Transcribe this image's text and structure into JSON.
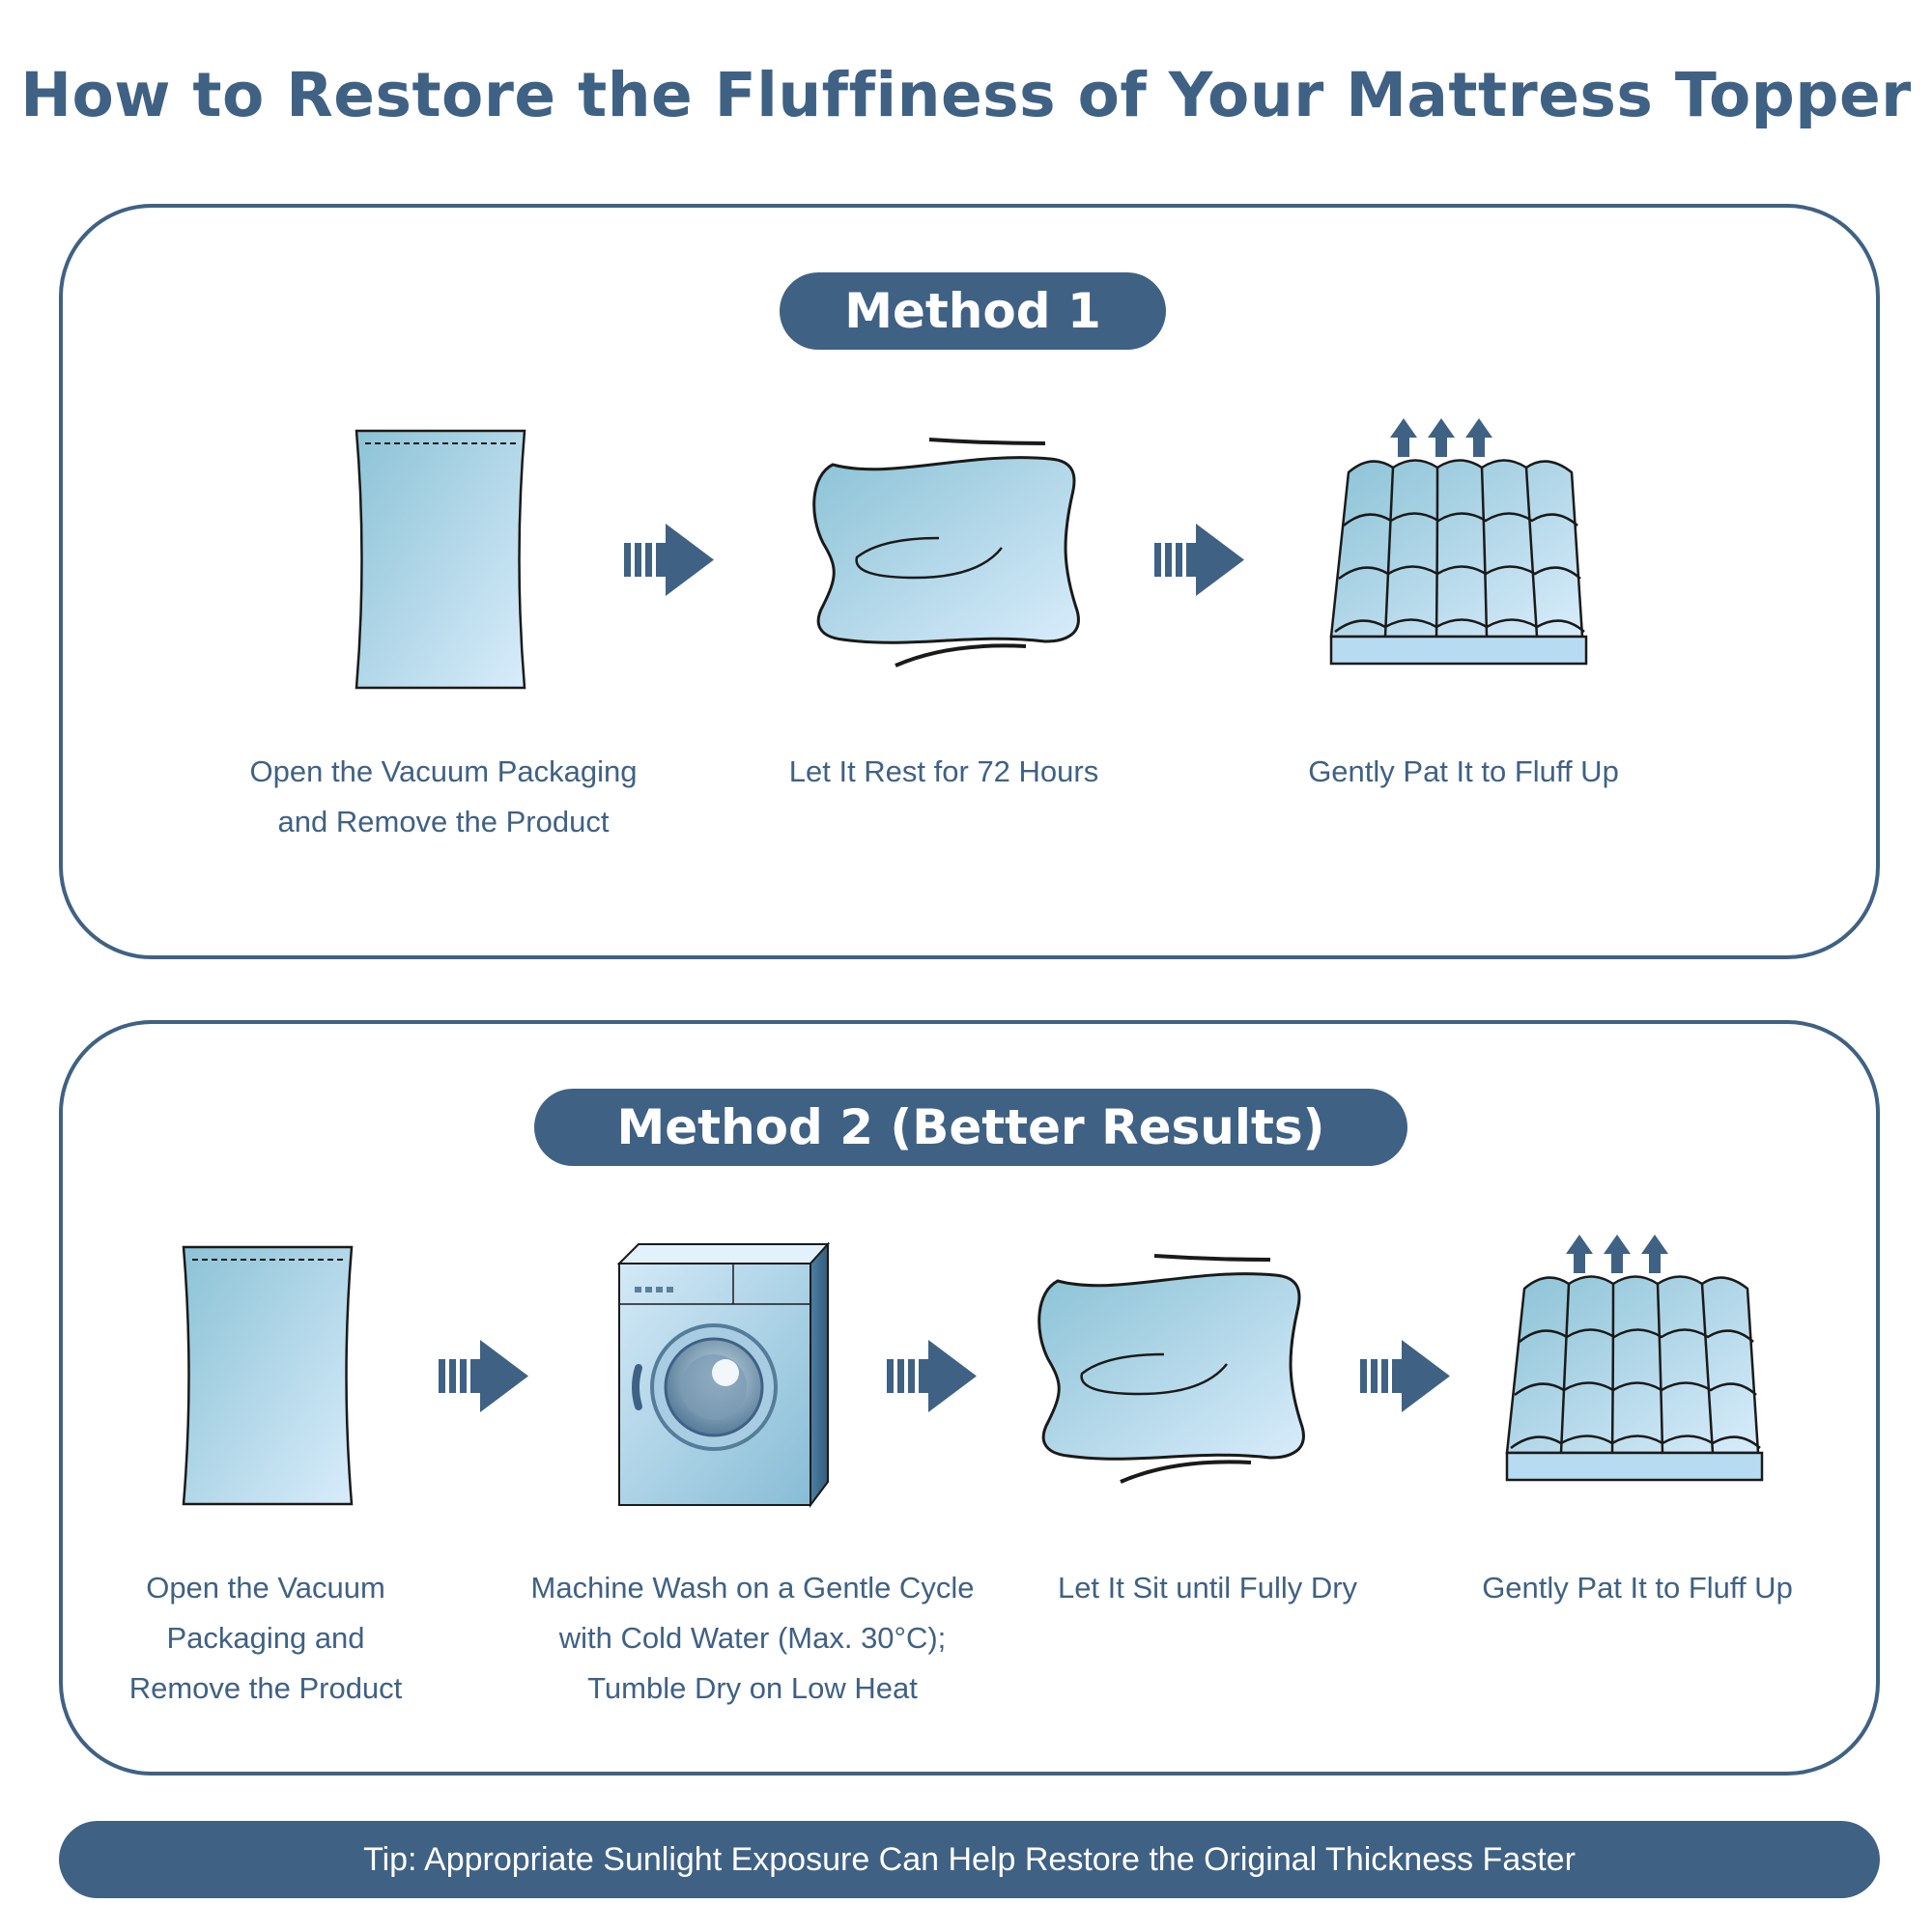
{
  "title": "How to Restore the Fluffiness of Your Mattress Topper",
  "method1": {
    "heading": "Method 1",
    "steps": [
      {
        "line1": "Open the Vacuum Packaging",
        "line2": "and Remove the Product",
        "icon": "vacuum-bag-icon"
      },
      {
        "line1": "Let It Rest for 72 Hours",
        "icon": "topper-resting-icon"
      },
      {
        "line1": "Gently Pat It to Fluff Up",
        "icon": "fluffed-topper-icon"
      }
    ]
  },
  "method2": {
    "heading": "Method 2 (Better Results)",
    "steps": [
      {
        "line1": "Open the Vacuum",
        "line2": "Packaging and",
        "line3": "Remove the Product",
        "icon": "vacuum-bag-icon"
      },
      {
        "line1": "Machine Wash on a Gentle Cycle",
        "line2": "with Cold Water (Max. 30°C);",
        "line3": "Tumble Dry on Low Heat",
        "icon": "washing-machine-icon"
      },
      {
        "line1": "Let It Sit until Fully Dry",
        "icon": "topper-resting-icon"
      },
      {
        "line1": "Gently Pat It to Fluff Up",
        "icon": "fluffed-topper-icon"
      }
    ]
  },
  "tip": "Tip: Appropriate Sunlight Exposure Can Help Restore the Original Thickness Faster",
  "colors": {
    "primary": "#3f6184",
    "fabric_light": "#d4ebfa",
    "fabric_dark": "#8cc3d6",
    "background": "#ffffff"
  }
}
